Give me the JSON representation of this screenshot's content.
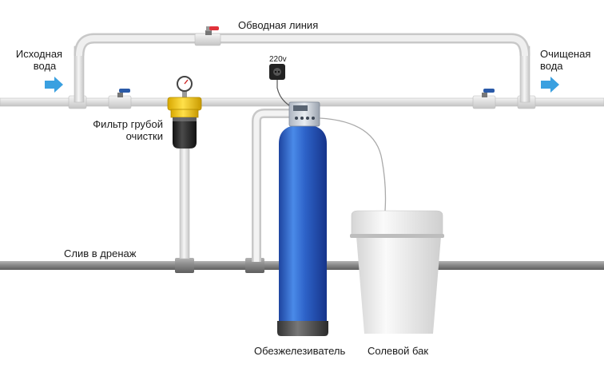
{
  "labels": {
    "bypass_line": "Обводная линия",
    "source_water_line1": "Исходная",
    "source_water_line2": "вода",
    "clean_water_line1": "Очищеная",
    "clean_water_line2": "вода",
    "voltage": "220v",
    "coarse_filter_line1": "Фильтр грубой",
    "coarse_filter_line2": "очистки",
    "drain": "Слив в дренаж",
    "deironer": "Обезжелезиватель",
    "brine_tank": "Солевой бак"
  },
  "colors": {
    "pipe_light": "#e6e6e6",
    "pipe_dark": "#8e8e8e",
    "flow_arrow": "#3aa0e0",
    "tank_blue": "#2f62c4",
    "filter_yellow": "#f2cc1c",
    "valve_red": "#e0323a",
    "valve_blue": "#2a5aa8"
  }
}
